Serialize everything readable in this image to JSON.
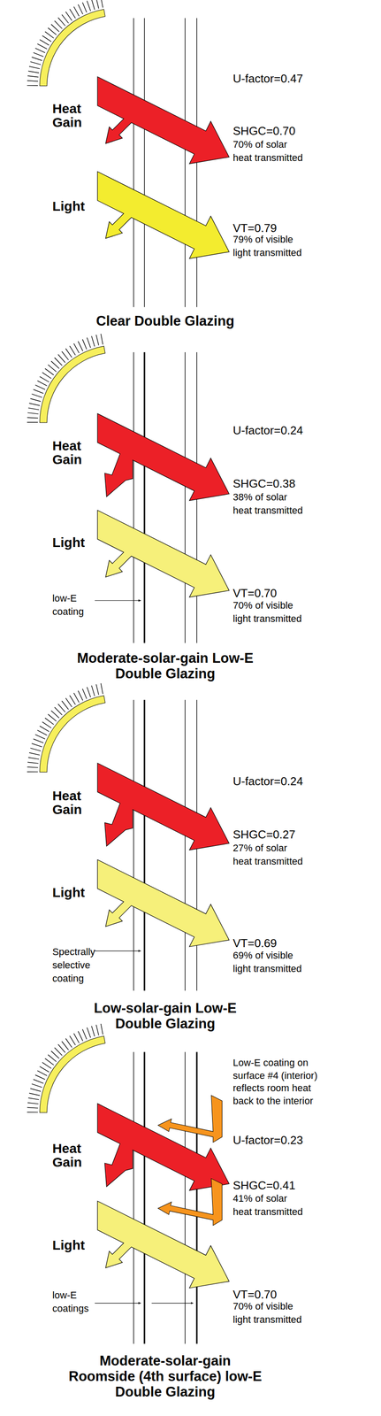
{
  "diagram": {
    "labels": [
      "U-factor=0.47",
      "Heat Gain",
      "SHGC=0.70",
      "70% of solar heat transmitted",
      "Light",
      "VT=0.79",
      "79% of visible light transmitted",
      "Clear Double Glazing",
      "U-factor=0.24",
      "Heat Gain",
      "SHGC=0.38",
      "38% of solar heat transmitted",
      "Light",
      "VT=0.70",
      "70% of visible light transmitted",
      "low-E coating",
      "Moderate-solar-gain Low-E Double Glazing",
      "U-factor=0.24",
      "Heat Gain",
      "SHGC=0.27",
      "27% of solar heat transmitted",
      "Light",
      "VT=0.69",
      "69% of visible light transmitted",
      "Spectrally selective coating",
      "Low-solar-gain Low-E Double Glazing",
      "Low-E coating on surface #4 (interior) reflects room heat back to the interior",
      "U-factor=0.23",
      "Heat Gain",
      "SHGC=0.41",
      "41% of solar heat transmitted",
      "Light",
      "VT=0.70",
      "70% of visible light transmitted",
      "low-E coatings",
      "Moderate-solar-gain Roomside (4th surface) low-E Double Glazing"
    ]
  }
}
